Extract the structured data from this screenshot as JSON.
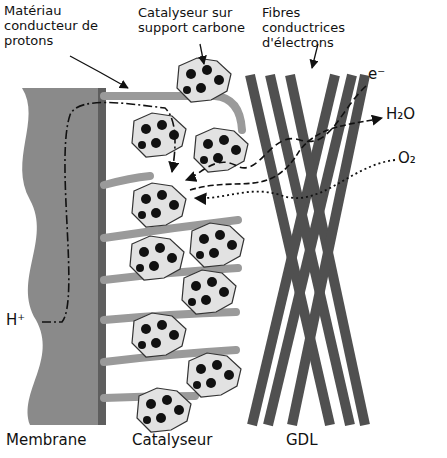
{
  "diagram": {
    "labels": [
      "Matériau conducteur de protons",
      "Catalyseur sur support carbone",
      "Fibres conductrices d'électrons",
      "e⁻",
      "H₂O",
      "O₂",
      "H⁺",
      "Membrane",
      "Catalyseur",
      "GDL"
    ]
  }
}
